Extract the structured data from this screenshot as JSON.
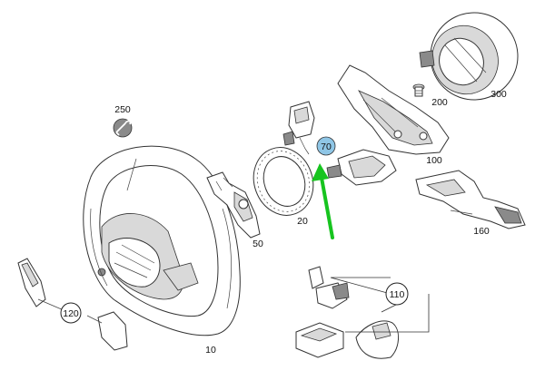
{
  "colors": {
    "arrow": "#17c41f",
    "highlight_bubble": "#8fc6e6",
    "line": "#333333",
    "shade": "#d9d9d9"
  },
  "icons": {
    "tool": "wrench-icon"
  },
  "labels": {
    "p10": "10",
    "p20": "20",
    "p50": "50",
    "p70": "70",
    "p100": "100",
    "p110": "110",
    "p120": "120",
    "p160": "160",
    "p200": "200",
    "p250": "250",
    "p300": "300"
  },
  "highlighted_part": "70"
}
